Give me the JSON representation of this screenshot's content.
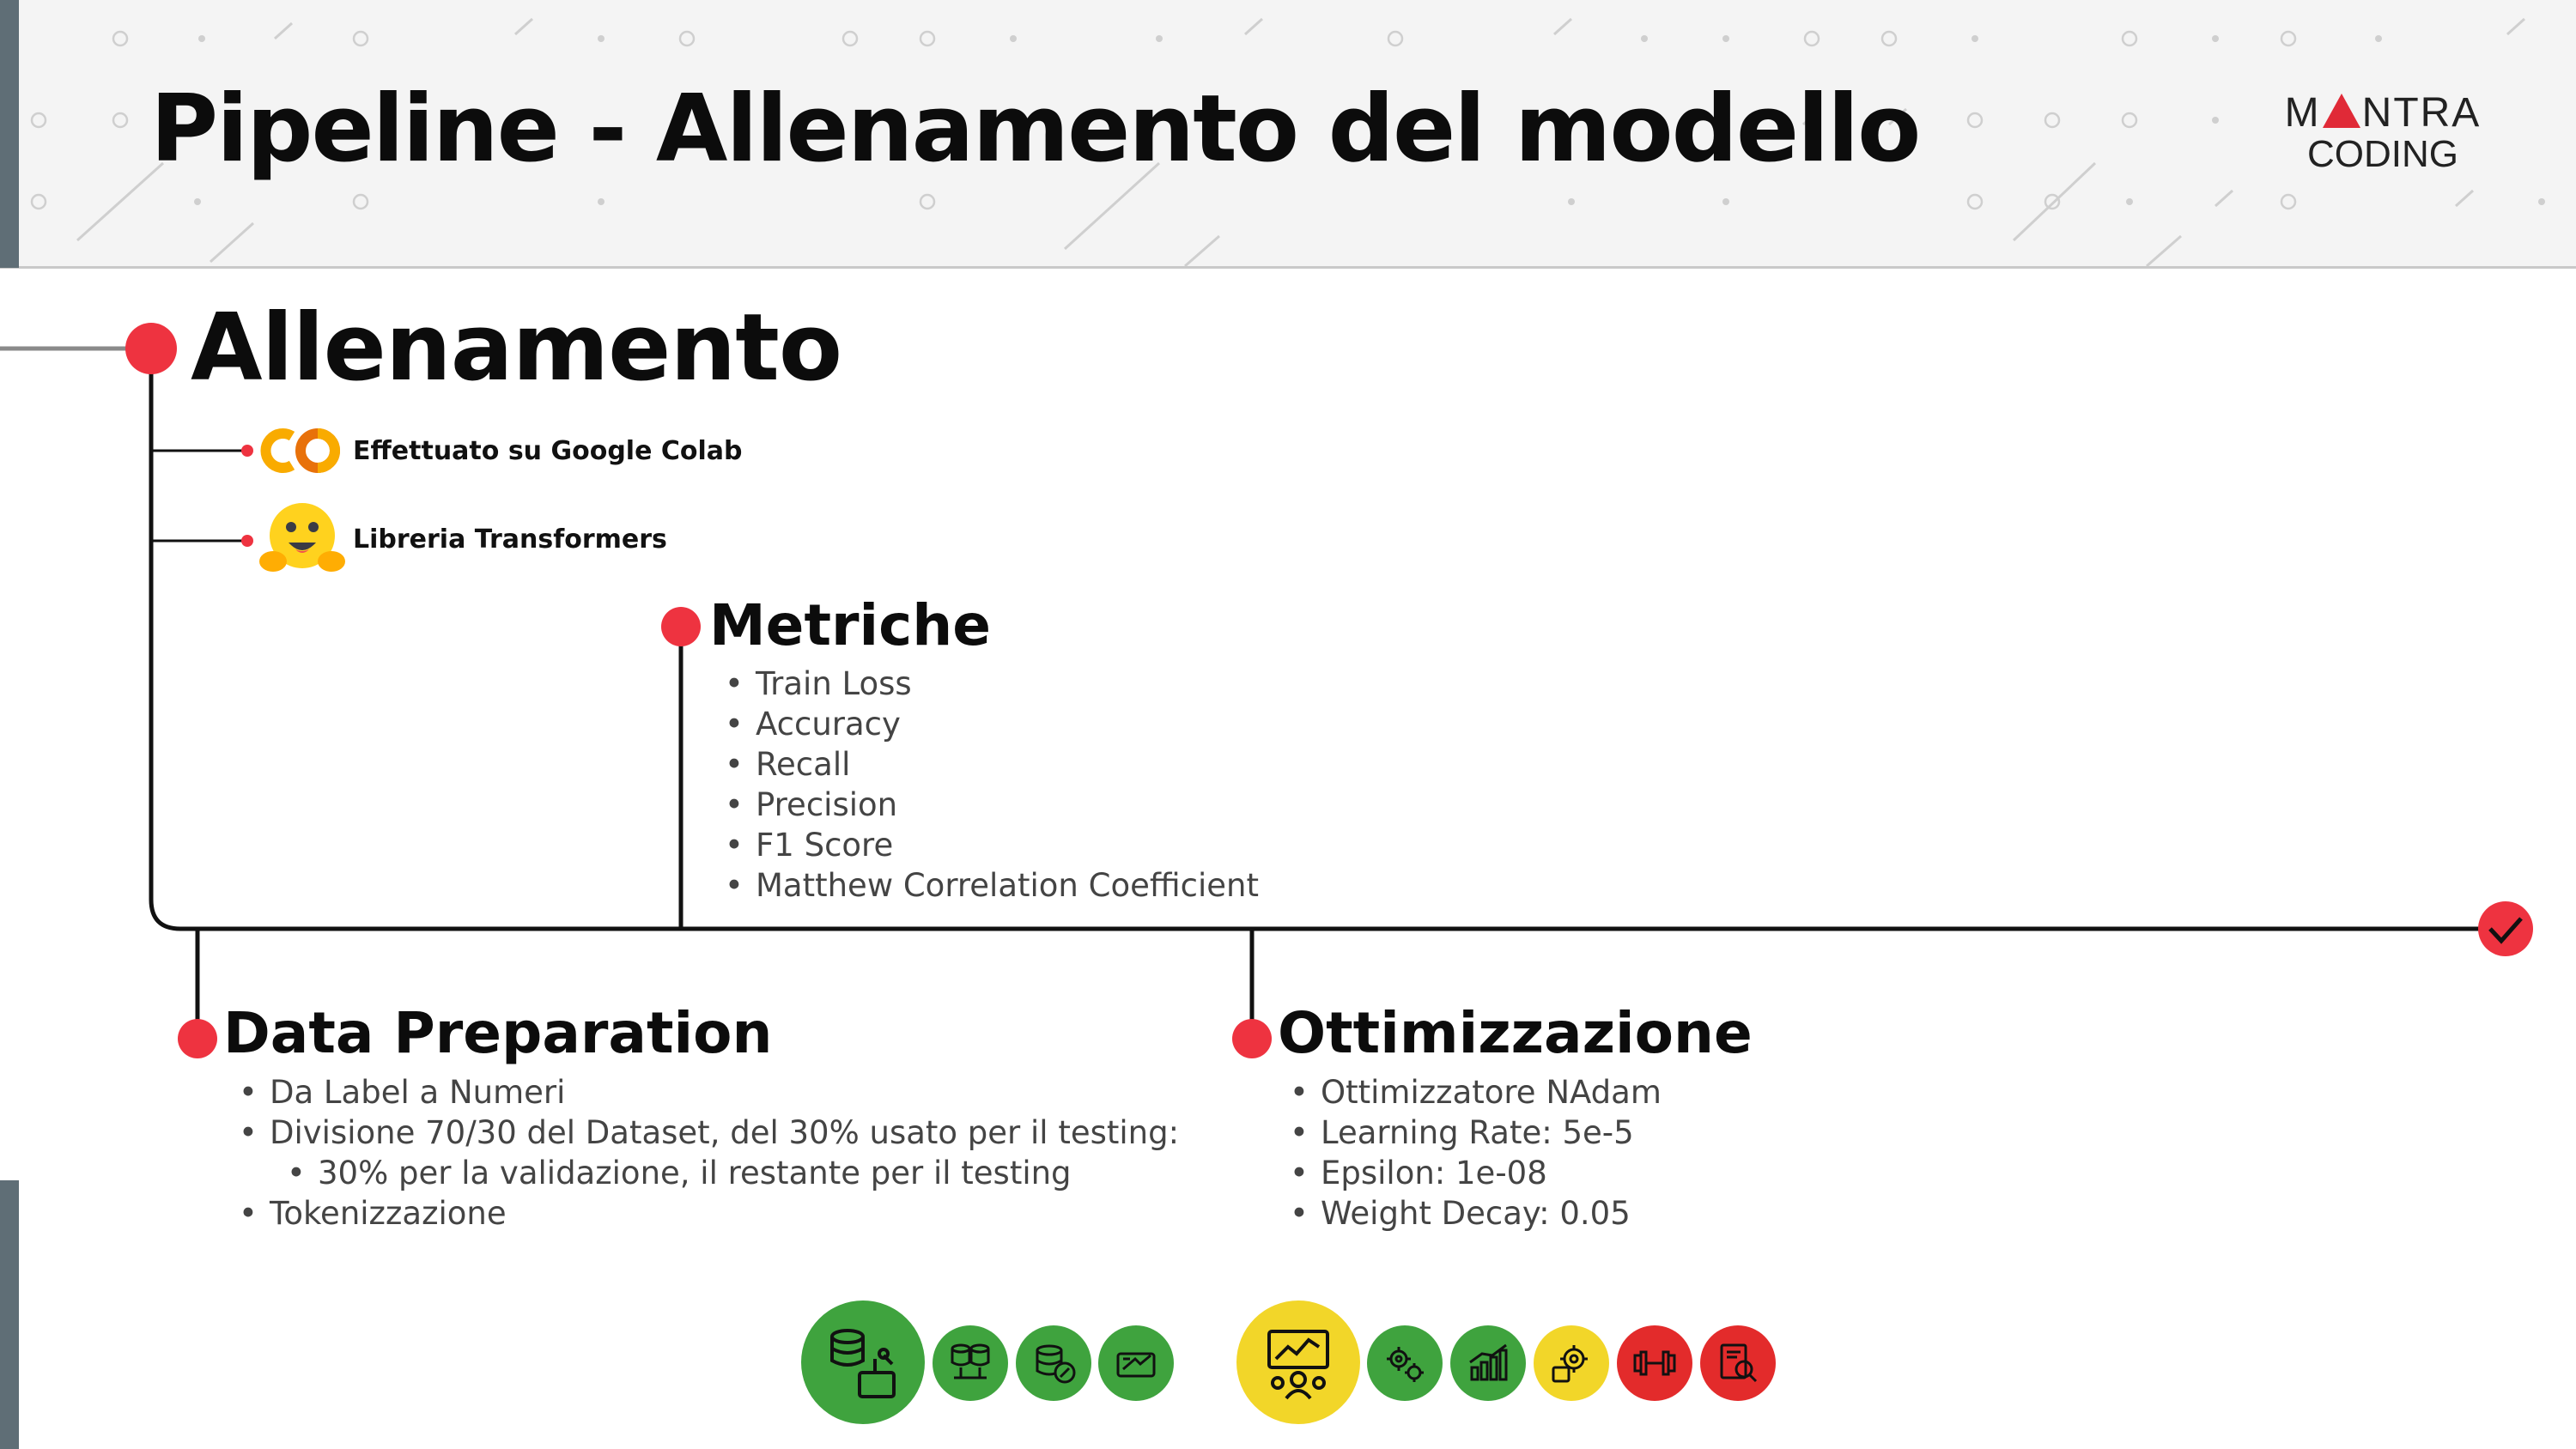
{
  "header": {
    "title": "Pipeline - Allenamento del modello"
  },
  "logo": {
    "line1_a": "M",
    "line1_b": "NTRA",
    "line2": "CODING"
  },
  "allenamento": {
    "title": "Allenamento",
    "items": [
      {
        "icon": "google-colab-icon",
        "label": "Effettuato su Google Colab"
      },
      {
        "icon": "hugging-face-icon",
        "label": "Libreria Transformers"
      }
    ]
  },
  "metriche": {
    "title": "Metriche",
    "items": [
      "Train Loss",
      "Accuracy",
      "Recall",
      "Precision",
      "F1 Score",
      "Matthew Correlation Coefficient"
    ]
  },
  "data_preparation": {
    "title": "Data Preparation",
    "items": [
      "Da Label a Numeri",
      "Divisione 70/30 del Dataset, del 30% usato per il testing:",
      "30% per la validazione, il restante per il testing",
      "Tokenizzazione"
    ]
  },
  "ottimizzazione": {
    "title": "Ottimizzazione",
    "items": [
      "Ottimizzatore NAdam",
      "Learning Rate: 5e-5",
      "Epsilon: 1e-08",
      "Weight Decay: 0.05"
    ]
  },
  "icons": [
    {
      "name": "data-processing-icon",
      "color": "#3fa33e"
    },
    {
      "name": "data-labels-icon",
      "color": "#3fa33e"
    },
    {
      "name": "data-split-icon",
      "color": "#3fa33e"
    },
    {
      "name": "tokenization-icon",
      "color": "#3fa33e"
    },
    {
      "name": "presentation-icon",
      "color": "#f2d629"
    },
    {
      "name": "optimizer-gears-icon",
      "color": "#3fa33e"
    },
    {
      "name": "growth-chart-icon",
      "color": "#3fa33e"
    },
    {
      "name": "settings-cog-icon",
      "color": "#f2d629"
    },
    {
      "name": "training-weights-icon",
      "color": "#e32b2b"
    },
    {
      "name": "report-search-icon",
      "color": "#e32b2b"
    }
  ],
  "colors": {
    "accent_red": "#ee3340",
    "title_black": "#0c0c0c",
    "bullet_gray": "#444444",
    "side_bar": "#5f6e76"
  }
}
